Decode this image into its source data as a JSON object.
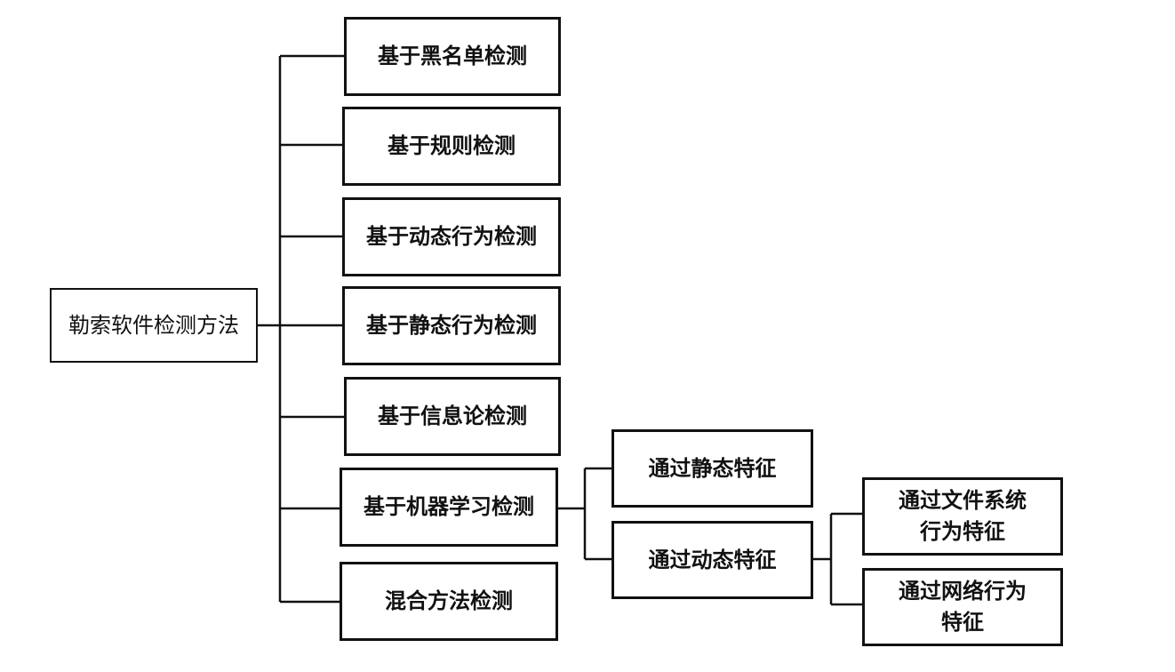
{
  "diagram": {
    "root": {
      "label": "勒索软件检测方法"
    },
    "methods": [
      {
        "label": "基于黑名单检测"
      },
      {
        "label": "基于规则检测"
      },
      {
        "label": "基于动态行为检测"
      },
      {
        "label": "基于静态行为检测"
      },
      {
        "label": "基于信息论检测"
      },
      {
        "label": "基于机器学习检测"
      },
      {
        "label": "混合方法检测"
      }
    ],
    "ml_features": [
      {
        "label": "通过静态特征"
      },
      {
        "label": "通过动态特征"
      }
    ],
    "dynamic_features": [
      {
        "label": "通过文件系统\n行为特征"
      },
      {
        "label": "通过网络行为\n特征"
      }
    ]
  },
  "colors": {
    "line": "#111111",
    "background": "#ffffff"
  }
}
